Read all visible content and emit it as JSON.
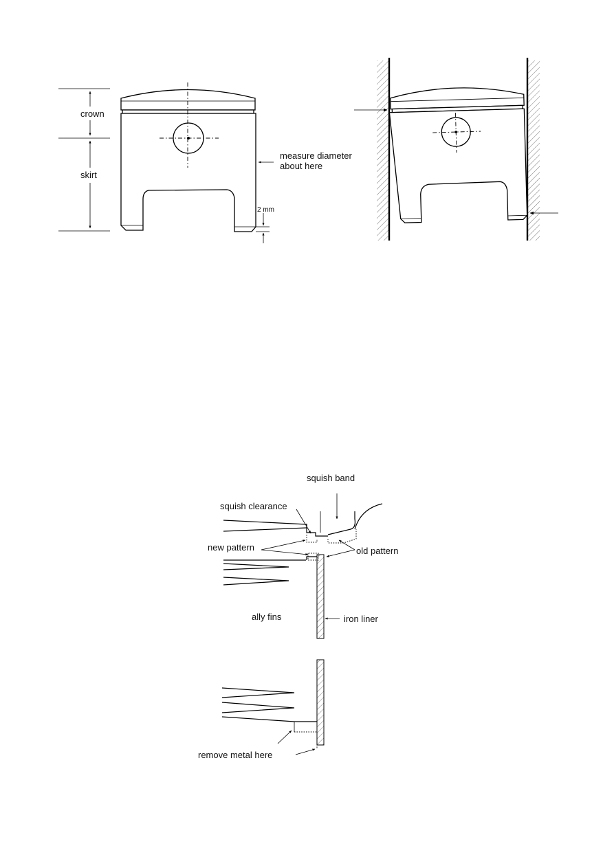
{
  "labels": {
    "crown": "crown",
    "skirt": "skirt",
    "measure_line1": "measure diameter",
    "measure_line2": "about here",
    "gap": "2 mm",
    "squish_band": "squish band",
    "squish_clearance": "squish clearance",
    "new_pattern": "new pattern",
    "old_pattern": "old pattern",
    "ally_fins": "ally fins",
    "iron_liner": "iron liner",
    "remove_metal": "remove metal here"
  }
}
